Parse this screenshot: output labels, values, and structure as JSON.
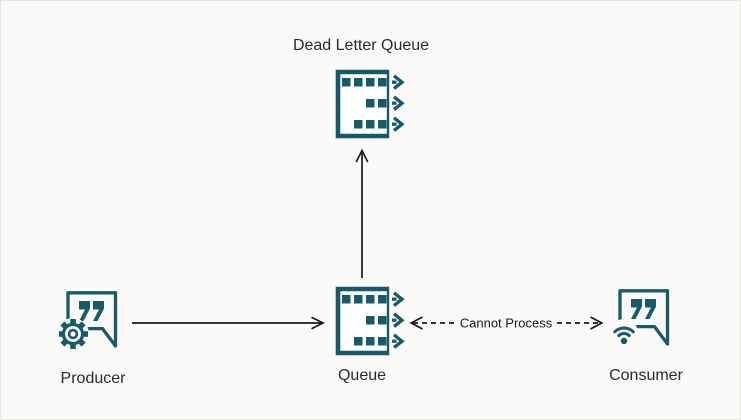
{
  "diagram": {
    "nodes": {
      "producer": {
        "label": "Producer",
        "icon": "speech-bubble-gear-icon"
      },
      "queue": {
        "label": "Queue",
        "icon": "message-queue-icon"
      },
      "dead_letter_queue": {
        "label": "Dead Letter Queue",
        "icon": "message-queue-icon"
      },
      "consumer": {
        "label": "Consumer",
        "icon": "speech-bubble-wifi-icon"
      }
    },
    "edges": [
      {
        "from": "Producer",
        "to": "Queue",
        "style": "solid-arrow"
      },
      {
        "from": "Queue",
        "to": "Dead Letter Queue",
        "style": "solid-arrow"
      },
      {
        "from": "Queue",
        "to": "Consumer",
        "style": "dashed-double-arrow",
        "label": "Cannot Process"
      }
    ]
  },
  "colors": {
    "bg": "#FBFAF8",
    "teal": "#175A6A",
    "text": "#2B2B2B",
    "arrow": "#1A1A1A"
  }
}
